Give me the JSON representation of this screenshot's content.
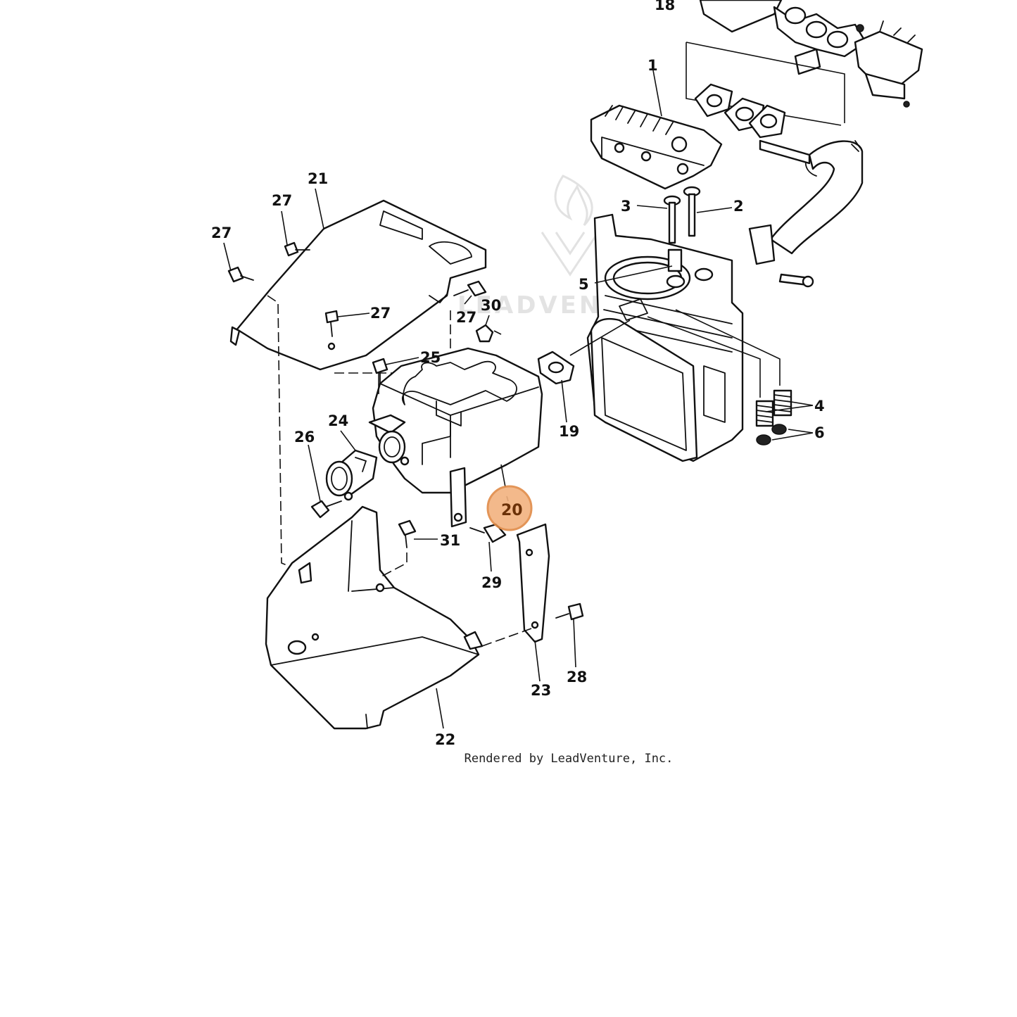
{
  "diagram": {
    "highlighted_part": "20",
    "callouts": [
      "18",
      "1",
      "3",
      "2",
      "5",
      "4",
      "6",
      "19",
      "21",
      "27",
      "27",
      "27",
      "27",
      "30",
      "25",
      "24",
      "26",
      "20",
      "31",
      "29",
      "23",
      "28",
      "22"
    ],
    "watermark": "LEADVENTURE",
    "credit": "Rendered by LeadVenture, Inc.",
    "colors": {
      "highlight_fill": "#f2b27f",
      "highlight_stroke": "#e08a46",
      "line": "#111111"
    }
  }
}
